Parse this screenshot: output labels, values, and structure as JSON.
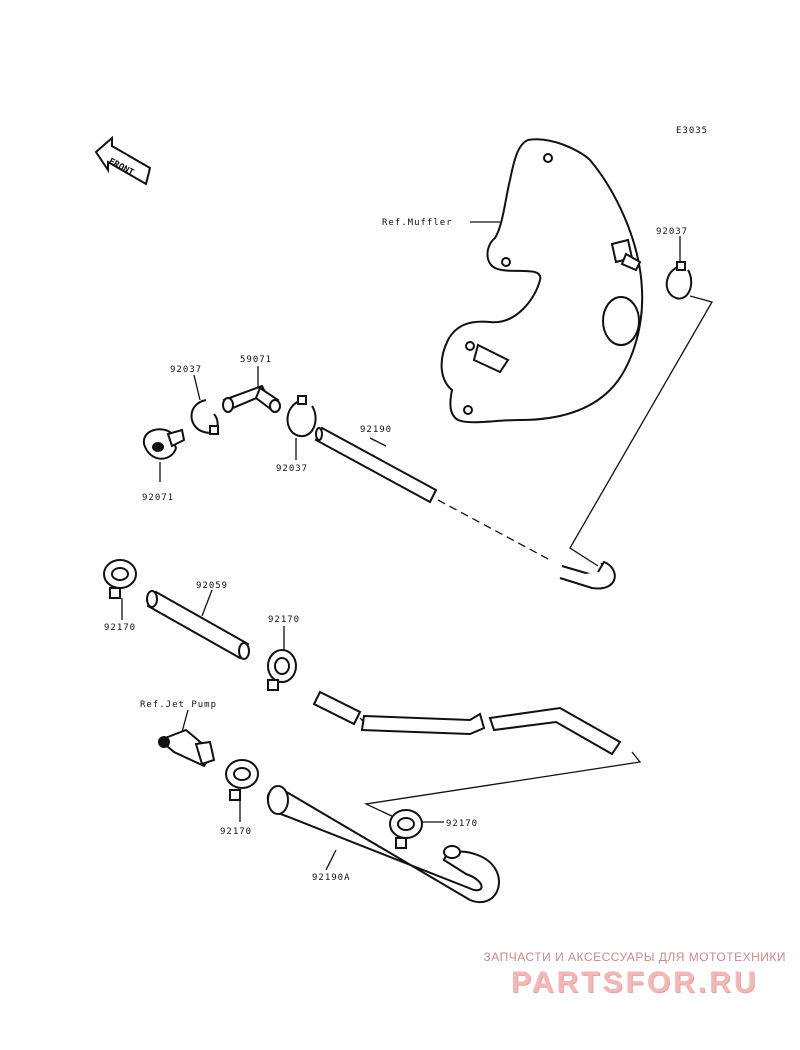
{
  "diagram_code": "E3035",
  "front_label": "FRONT",
  "labels": {
    "ref_muffler": "Ref.Muffler",
    "p92037_top": "92037",
    "p92037_left": "92037",
    "p59071": "59071",
    "p92037_mid": "92037",
    "p92190": "92190",
    "p92071": "92071",
    "p92059": "92059",
    "p92170_left": "92170",
    "p92170_mid": "92170",
    "ref_jet_pump": "Ref.Jet Pump",
    "p92170_low": "92170",
    "p92170_right": "92170",
    "p92190a": "92190A"
  },
  "watermark": {
    "tagline": "ЗАПЧАСТИ И АКСЕССУАРЫ ДЛЯ МОТОТЕХНИКИ",
    "brand": "PARTSFOR.RU"
  }
}
